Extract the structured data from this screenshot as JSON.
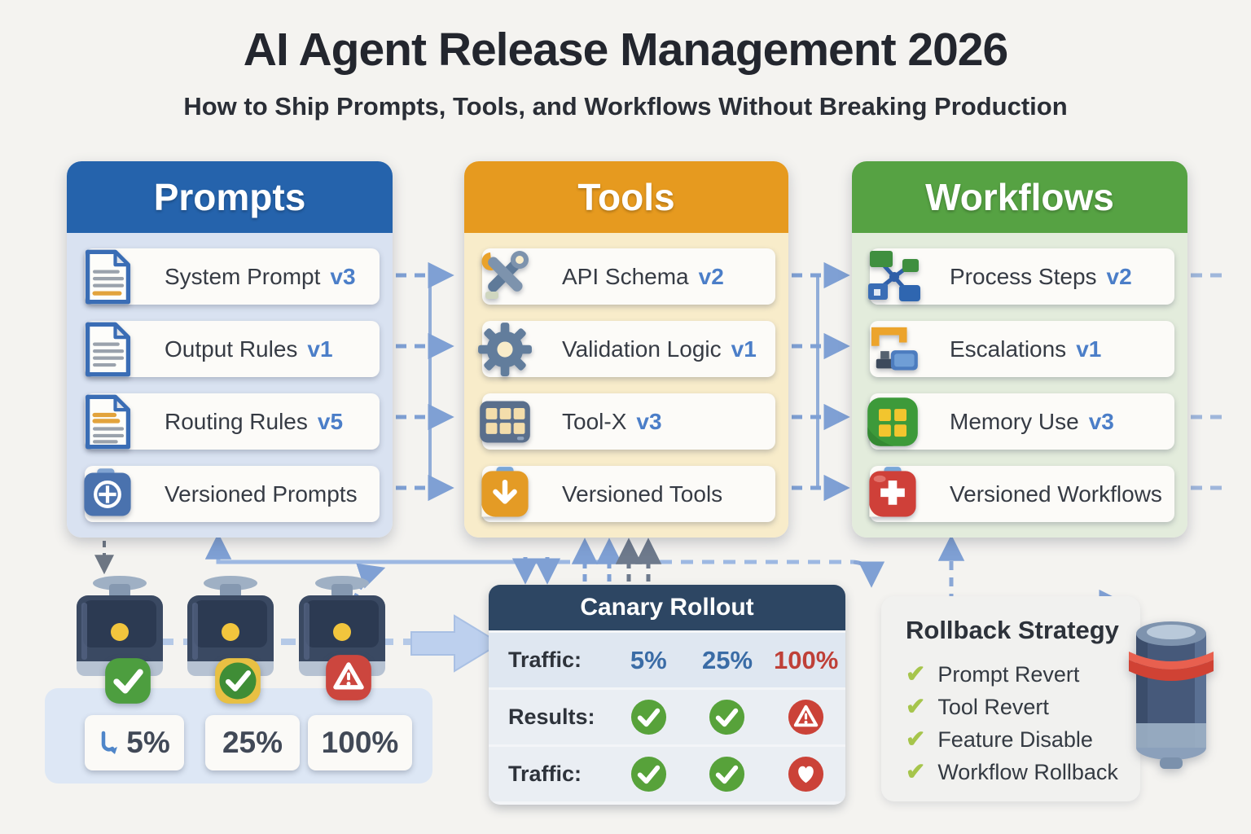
{
  "page": {
    "title": "AI Agent Release Management 2026",
    "subtitle": "How to Ship Prompts, Tools, and Workflows Without Breaking Production"
  },
  "columns": {
    "prompts": {
      "title": "Prompts",
      "header_color": "#2563ac",
      "body_color": "#d9e2f1",
      "items": [
        {
          "label": "System Prompt",
          "version": "v3",
          "icon": "document-icon"
        },
        {
          "label": "Output Rules",
          "version": "v1",
          "icon": "document-icon"
        },
        {
          "label": "Routing Rules",
          "version": "v5",
          "icon": "document-icon"
        },
        {
          "label": "Versioned Prompts",
          "version": "",
          "icon": "archive-plus-icon"
        }
      ]
    },
    "tools": {
      "title": "Tools",
      "header_color": "#e69a1f",
      "body_color": "#f8ecca",
      "items": [
        {
          "label": "API Schema",
          "version": "v2",
          "icon": "crossed-tools-icon"
        },
        {
          "label": "Validation Logic",
          "version": "v1",
          "icon": "gear-icon"
        },
        {
          "label": "Tool-X",
          "version": "v3",
          "icon": "grid-icon"
        },
        {
          "label": "Versioned Tools",
          "version": "",
          "icon": "download-box-icon"
        }
      ]
    },
    "workflows": {
      "title": "Workflows",
      "header_color": "#56a243",
      "body_color": "#e3ecdc",
      "items": [
        {
          "label": "Process Steps",
          "version": "v2",
          "icon": "flowchart-icon"
        },
        {
          "label": "Escalations",
          "version": "v1",
          "icon": "escalation-icon"
        },
        {
          "label": "Memory Use",
          "version": "v3",
          "icon": "memory-grid-icon"
        },
        {
          "label": "Versioned Workflows",
          "version": "",
          "icon": "medical-box-icon"
        }
      ]
    }
  },
  "canary": {
    "title": "Canary Rollout",
    "rows": [
      {
        "label": "Traffic:",
        "values": [
          "5%",
          "25%",
          "100%"
        ],
        "value_colors": [
          "#3a6ca6",
          "#3a6ca6",
          "#bf4038"
        ]
      },
      {
        "label": "Results:",
        "icons": [
          "check-icon",
          "check-icon",
          "warning-icon"
        ]
      },
      {
        "label": "Traffic:",
        "icons": [
          "check-icon",
          "check-icon",
          "heart-icon"
        ]
      }
    ]
  },
  "stages": {
    "cards": [
      {
        "label": "5%",
        "icon": "curved-arrow-icon"
      },
      {
        "label": "25%",
        "icon": ""
      },
      {
        "label": "100%",
        "icon": ""
      }
    ],
    "badges": [
      "check-badge",
      "check-gold-badge",
      "warning-badge"
    ]
  },
  "rollback": {
    "title": "Rollback Strategy",
    "check_glyph": "✔",
    "items": [
      "Prompt Revert",
      "Tool Revert",
      "Feature Disable",
      "Workflow Rollback"
    ]
  },
  "colors": {
    "background": "#f4f3f0",
    "title_text": "#23262e",
    "version_text": "#4b7ec8",
    "canary_header": "#2d4663",
    "pct_blue": "#3a6ca6",
    "pct_red": "#bf4038",
    "check_green": "#57a23a",
    "alert_red": "#cb4238",
    "rollback_check": "#a6c54b",
    "connector_dashed": "#7fa0d4",
    "connector_solid": "#9db8e2",
    "connector_gray": "#6d7683"
  }
}
